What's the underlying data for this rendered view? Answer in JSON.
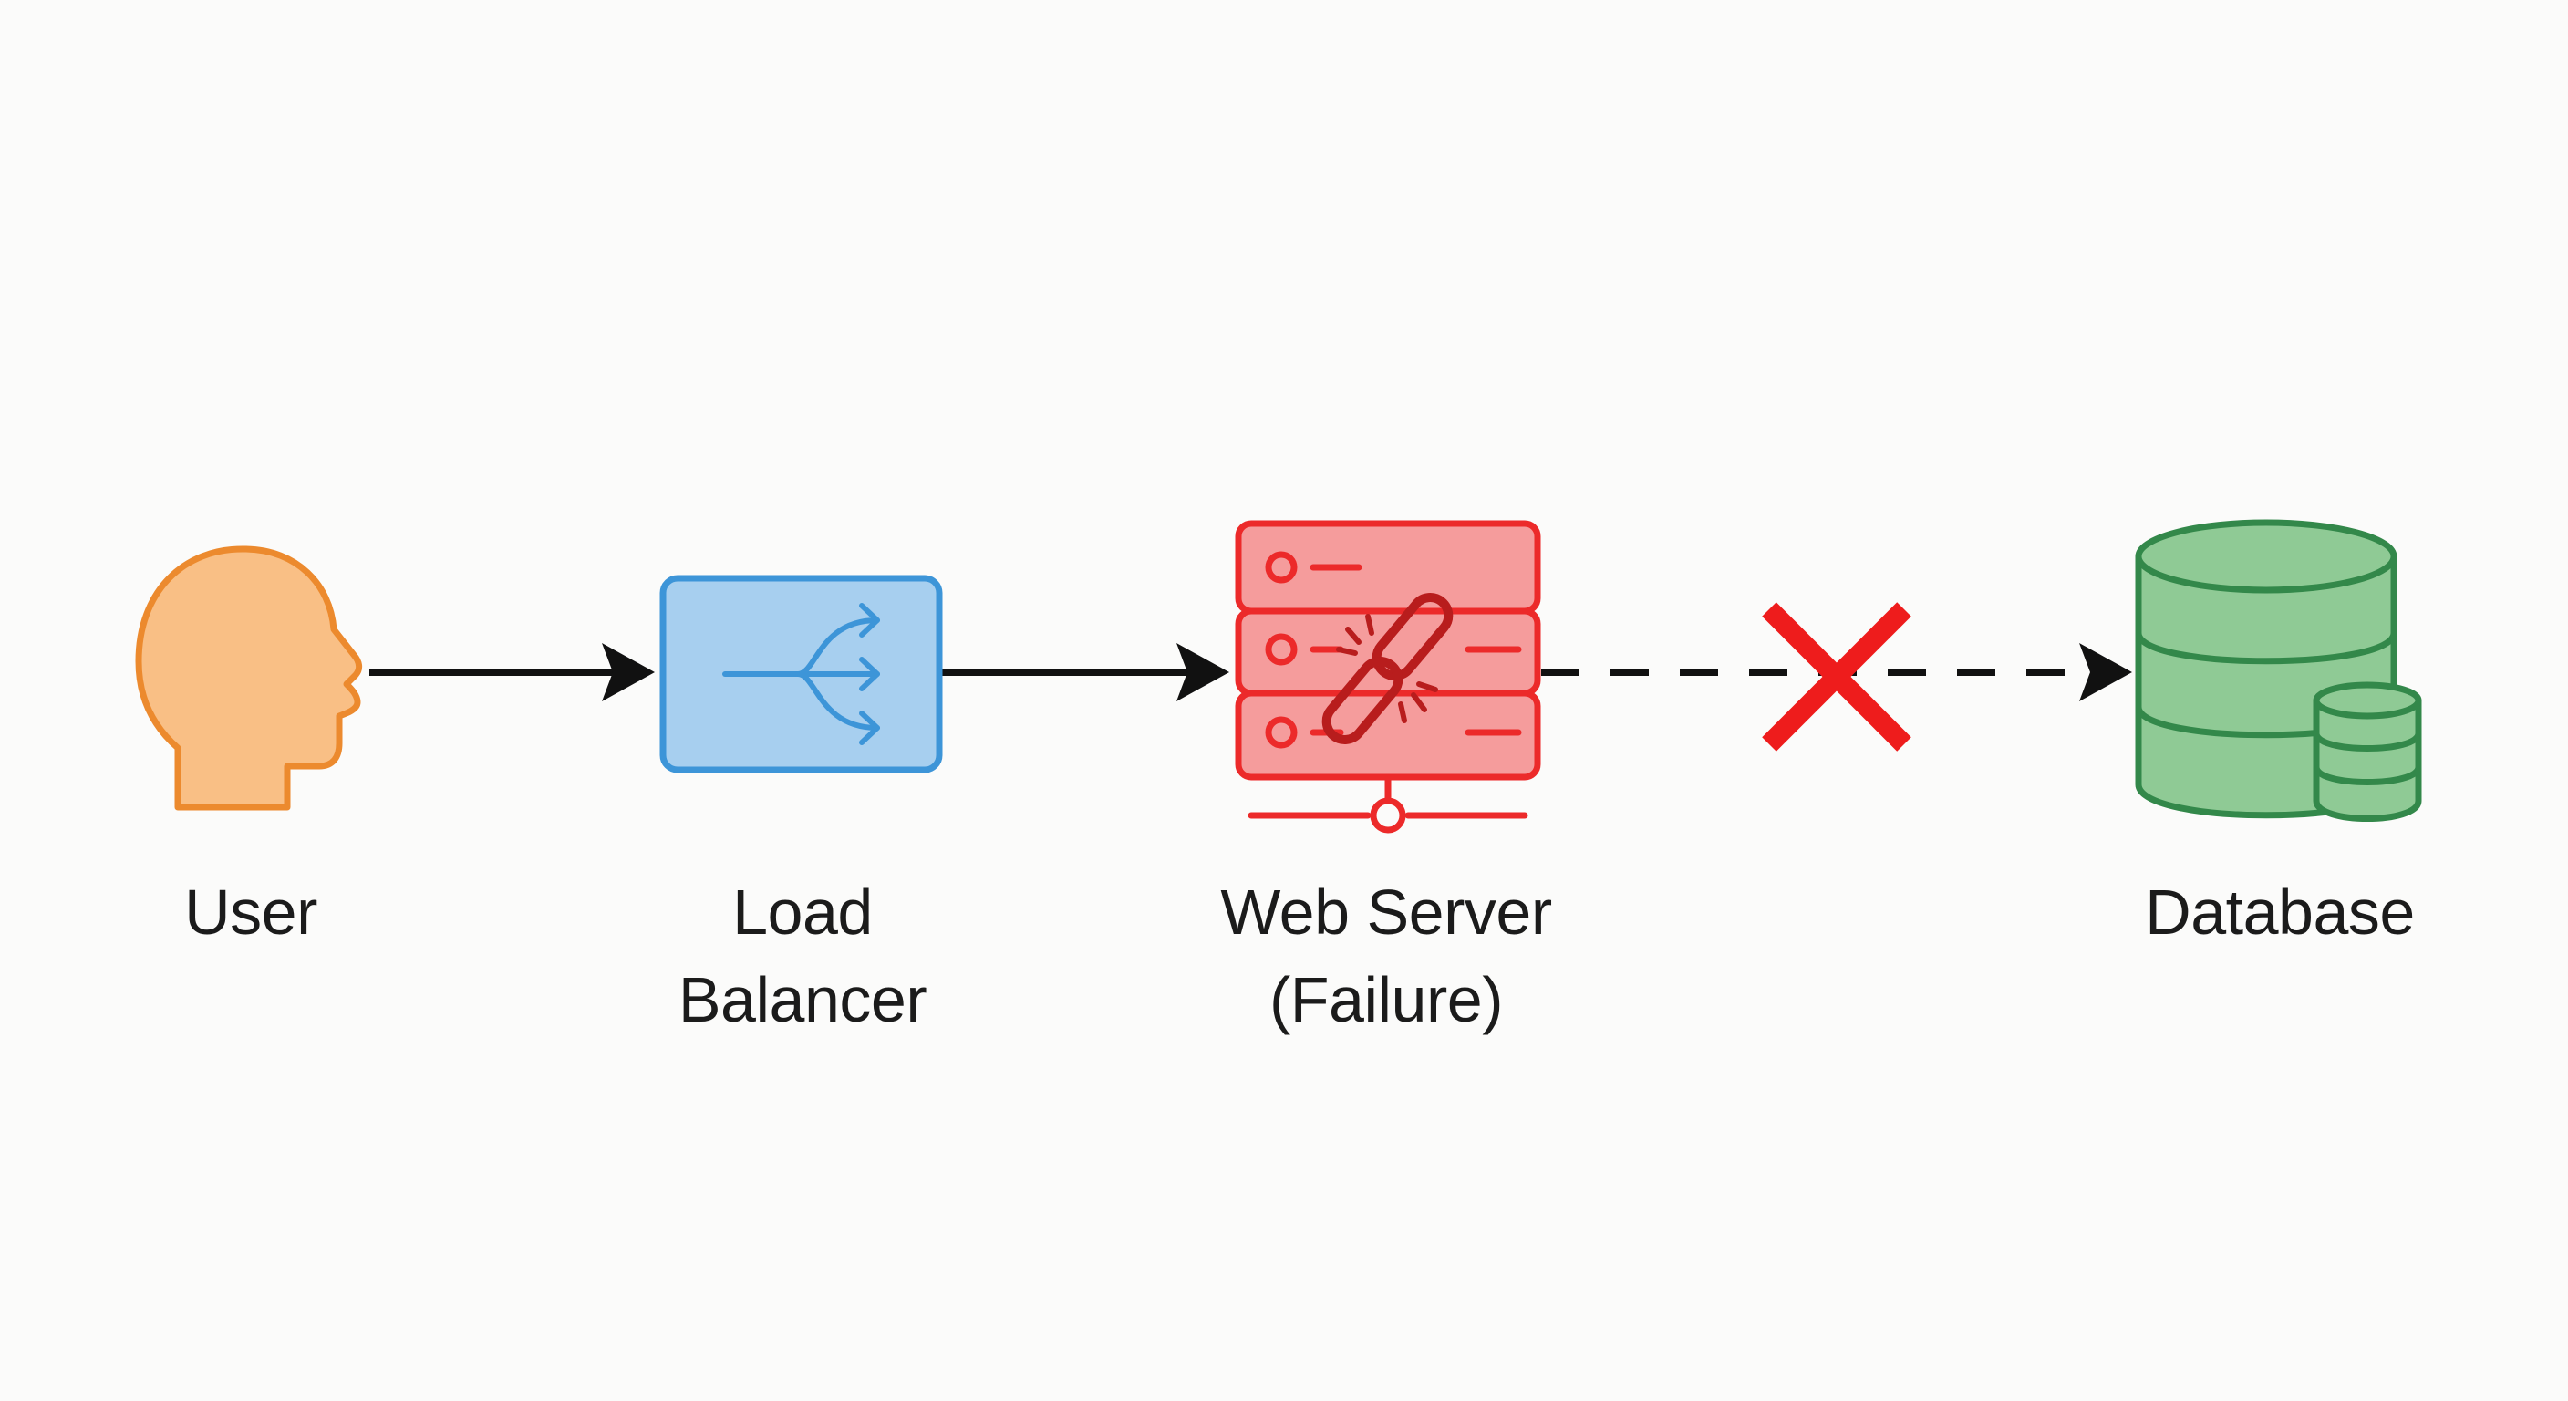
{
  "nodes": {
    "user": {
      "label": "User",
      "color": "#ec8a2e",
      "fill": "#f9bf85"
    },
    "load_balancer": {
      "label_lines": [
        "Load",
        "Balancer"
      ],
      "color": "#3d95d8",
      "fill": "#a7cfef"
    },
    "web_server": {
      "label_lines": [
        "Web Server",
        "(Failure)"
      ],
      "color": "#ec2a2a",
      "fill": "#f59c9c",
      "icon": "broken-link-icon"
    },
    "database": {
      "label": "Database",
      "color": "#33884a",
      "fill": "#8fca95"
    }
  },
  "connections": [
    {
      "from": "user",
      "to": "load_balancer",
      "style": "solid"
    },
    {
      "from": "load_balancer",
      "to": "web_server",
      "style": "solid"
    },
    {
      "from": "web_server",
      "to": "database",
      "style": "dashed",
      "status": "broken",
      "marker": "red-x-icon"
    }
  ],
  "colors": {
    "arrow": "#111111",
    "failure_x": "#ee1c1c",
    "background": "#fbfbfa"
  }
}
